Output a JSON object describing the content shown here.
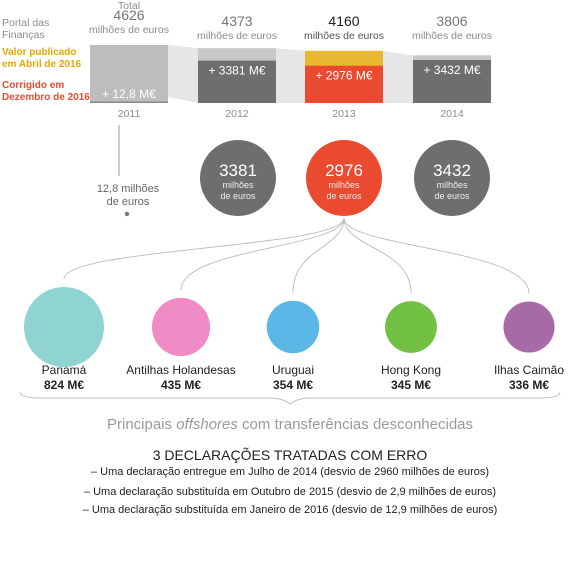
{
  "legend": {
    "portal": "Portal das Finanças",
    "published": "Valor publicado em Abril de 2016",
    "corrected": "Corrigido em Dezembro de 2016"
  },
  "chart_data": [
    {
      "type": "bar",
      "categories": [
        "2011",
        "2012",
        "2013",
        "2014"
      ],
      "total_prefix": "Total",
      "unit": "milhões de euros",
      "series": [
        {
          "name": "Portal das Finanças",
          "values": [
            4626,
            4373,
            4160,
            3806
          ]
        },
        {
          "name": "Corrigido em Dezembro de 2016",
          "values": [
            12.8,
            3381,
            2976,
            3432
          ]
        }
      ],
      "totals": [
        "4626",
        "4373",
        "4160",
        "3806"
      ],
      "corrections": [
        "+ 12,8 M€",
        "+ 3381 M€",
        "+ 2976 M€",
        "+ 3432 M€"
      ],
      "highlight": "2013"
    },
    {
      "type": "bubble",
      "items": [
        {
          "label": "2012",
          "value": 3381,
          "number": "3381",
          "unit": "milhões de euros",
          "color": "#6e6e6e"
        },
        {
          "label": "2013",
          "value": 2976,
          "number": "2976",
          "unit": "milhões de euros",
          "color": "#ea4a30"
        },
        {
          "label": "2014",
          "value": 3432,
          "number": "3432",
          "unit": "milhões de euros",
          "color": "#6e6e6e"
        }
      ],
      "small_note": {
        "label": "2011",
        "value": 12.8,
        "text": "12,8 milhões de euros"
      }
    },
    {
      "type": "bubble",
      "title": "Principais offshores com transferências desconhecidas",
      "items": [
        {
          "name": "Panamá",
          "value": 824,
          "value_label": "824 M€",
          "color": "#8fd3d3"
        },
        {
          "name": "Antilhas Holandesas",
          "value": 435,
          "value_label": "435 M€",
          "color": "#f08bc6"
        },
        {
          "name": "Uruguai",
          "value": 354,
          "value_label": "354 M€",
          "color": "#5ab7e6"
        },
        {
          "name": "Hong Kong",
          "value": 345,
          "value_label": "345 M€",
          "color": "#72c044"
        },
        {
          "name": "Ilhas Caimão",
          "value": 336,
          "value_label": "336 M€",
          "color": "#a86aa6"
        }
      ]
    }
  ],
  "offshore_caption": {
    "before": "Principais ",
    "emph": "offshores",
    "after": " com transferências desconhecidas"
  },
  "declarations": {
    "title": "3 DECLARAÇÕES TRATADAS COM ERRO",
    "lines": [
      "– Uma declaração entregue em Julho de 2014 (desvio de 2960 milhões de euros)",
      "– Uma declaração substituída em Outubro de 2015 (desvio de 2,9 milhões de euros)",
      "– Uma declaração substituída em Janeiro de 2016 (desvio de 12,9 milhões de euros)"
    ]
  },
  "colors": {
    "gray_dark": "#6e6e6e",
    "gray_light": "#c8c8c8",
    "red": "#ea4a30",
    "yellow": "#e8b830"
  }
}
